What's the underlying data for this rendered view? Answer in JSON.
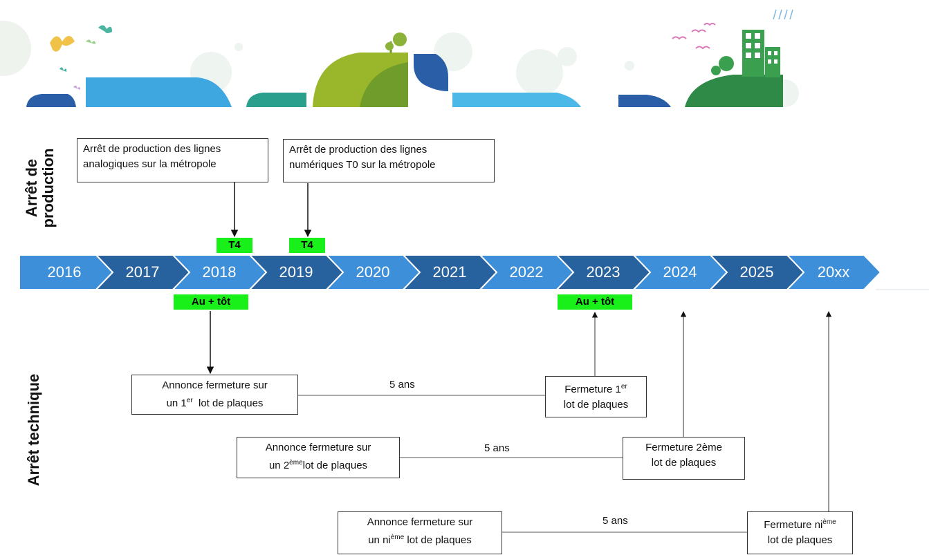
{
  "sections": {
    "production": "Arrêt de production",
    "technique": "Arrêt technique"
  },
  "timeline": {
    "years": [
      "2016",
      "2017",
      "2018",
      "2019",
      "2020",
      "2021",
      "2022",
      "2023",
      "2024",
      "2025",
      "20xx"
    ],
    "colors": {
      "light": "#3c8fd8",
      "dark": "#27629f"
    }
  },
  "production_events": [
    {
      "line1": "Arrêt de production des lignes",
      "line2": "analogiques sur la métropole",
      "tag": "T4"
    },
    {
      "line1": "Arrêt de production des lignes",
      "line2": "numériques T0 sur la métropole",
      "tag": "T4"
    }
  ],
  "early_tags": [
    "Au + tôt",
    "Au + tôt"
  ],
  "technique_rows": [
    {
      "announce_l1": "Annonce fermeture sur",
      "announce_l2_pre": "un 1",
      "announce_sup": "er",
      "announce_l2_post": "  lot de plaques",
      "gap": "5 ans",
      "close_l1_pre": "Fermeture 1",
      "close_sup": "er",
      "close_l2": "lot de plaques"
    },
    {
      "announce_l1": "Annonce fermeture sur",
      "announce_l2_pre": "un 2",
      "announce_sup": "ème",
      "announce_l2_post": "lot de plaques",
      "gap": "5 ans",
      "close_l1_pre": "Fermeture 2ème",
      "close_sup": "",
      "close_l2": "lot de plaques"
    },
    {
      "announce_l1": "Annonce fermeture sur",
      "announce_l2_pre": "un ni",
      "announce_sup": "ème",
      "announce_l2_post": " lot de plaques",
      "gap": "5 ans",
      "close_l1_pre": "Fermeture ni",
      "close_sup": "ème",
      "close_l2": "lot de plaques"
    }
  ]
}
